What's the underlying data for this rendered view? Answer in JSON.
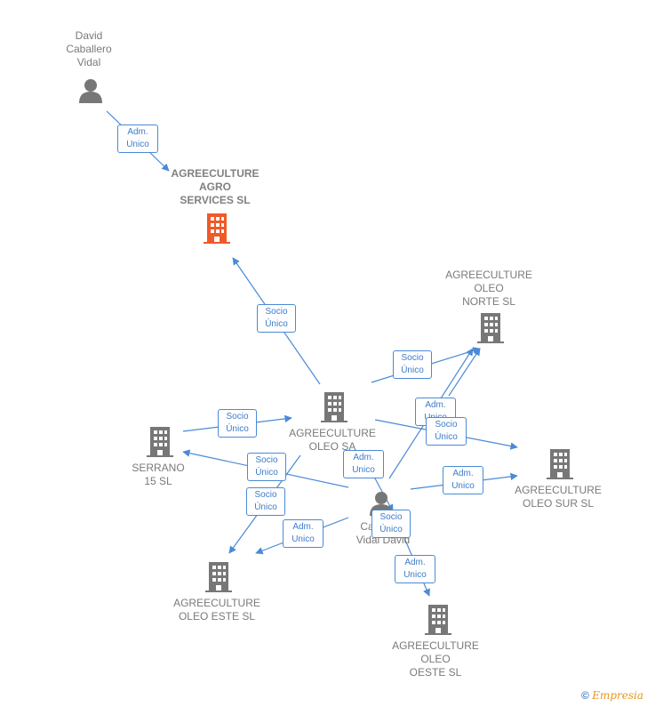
{
  "colors": {
    "edge": "#4a8ad6",
    "company": "#777777",
    "focus": "#f05a28",
    "person": "#777777"
  },
  "nodes": [
    {
      "id": "david",
      "type": "person",
      "label": "David\nCaballero\nVidal"
    },
    {
      "id": "aas",
      "type": "company-focus",
      "label": "AGREECULTURE\nAGRO\nSERVICES SL"
    },
    {
      "id": "aon",
      "type": "company",
      "label": "AGREECULTURE\nOLEO\nNORTE SL"
    },
    {
      "id": "aoleo",
      "type": "company",
      "label": "AGREECULTURE\nOLEO SA"
    },
    {
      "id": "serrano",
      "type": "company",
      "label": "SERRANO\n15 SL"
    },
    {
      "id": "aos",
      "type": "company",
      "label": "AGREECULTURE\nOLEO SUR SL"
    },
    {
      "id": "cab",
      "type": "person",
      "label": "Caballero\nVidal David"
    },
    {
      "id": "aoe",
      "type": "company",
      "label": "AGREECULTURE\nOLEO ESTE SL"
    },
    {
      "id": "aow",
      "type": "company",
      "label": "AGREECULTURE\nOLEO\nOESTE SL"
    }
  ],
  "edges": [
    {
      "label": "Adm.\nUnico"
    },
    {
      "label": "Socio\nÚnico"
    },
    {
      "label": "Socio\nÚnico"
    },
    {
      "label": "Adm.\nUnico"
    },
    {
      "label": "Socio\nÚnico"
    },
    {
      "label": "Socio\nÚnico"
    },
    {
      "label": "Socio\nÚnico"
    },
    {
      "label": "Adm.\nUnico"
    },
    {
      "label": "Socio\nÚnico"
    },
    {
      "label": "Adm.\nUnico"
    },
    {
      "label": "Adm.\nUnico"
    },
    {
      "label": "Adm.\nUnico"
    },
    {
      "label": "Socio\nÚnico"
    }
  ],
  "footer": {
    "copyright": "©",
    "brand": "Empresia"
  }
}
